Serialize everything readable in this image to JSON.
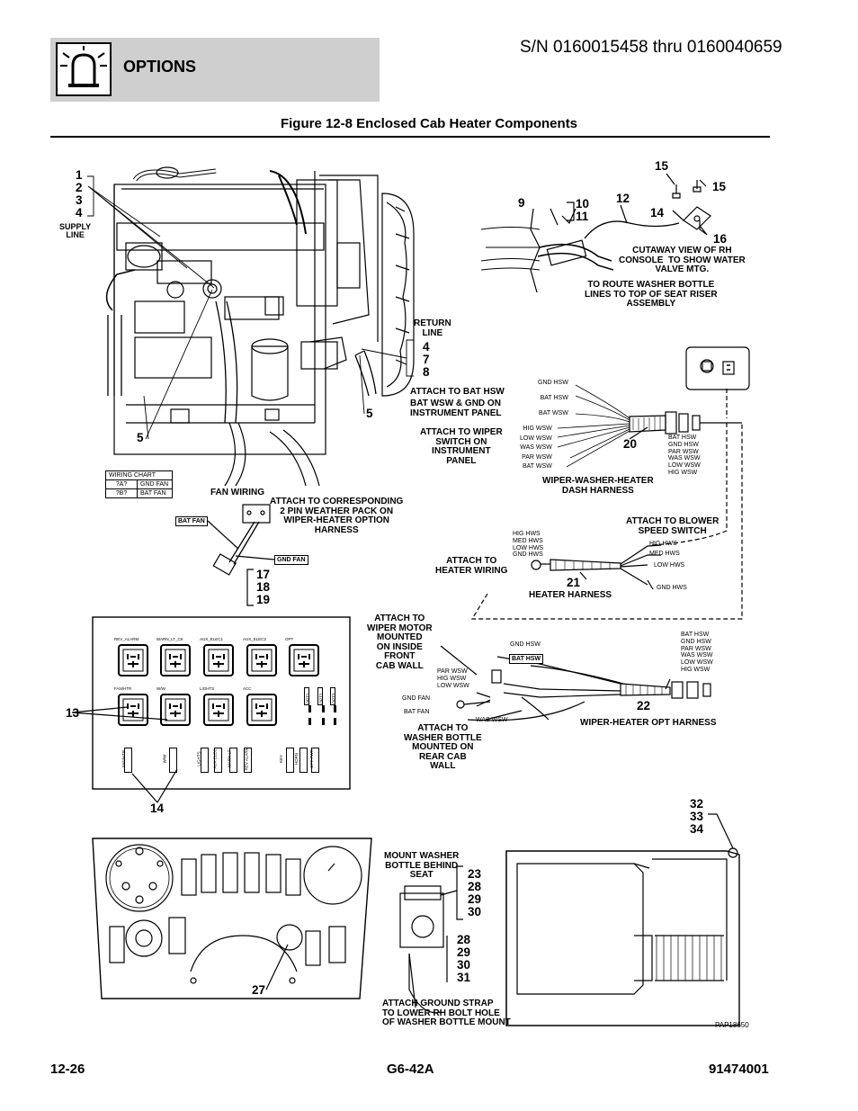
{
  "header": {
    "section_title": "OPTIONS",
    "serial_range": "S/N 0160015458 thru 0160040659",
    "icon": "beacon-light-icon"
  },
  "figure": {
    "title": "Figure 12-8 Enclosed Cab Heater Components",
    "ref_code": "PAP18650"
  },
  "callouts": {
    "c1234": "1\n2\n3\n4",
    "c5a": "5",
    "c5b": "5",
    "c478": "4\n7\n8",
    "c9": "9",
    "c1011": "10\n11",
    "c12": "12",
    "c14a": "14",
    "c15a": "15",
    "c15b": "15",
    "c16": "16",
    "c20": "20",
    "c21": "21",
    "c22": "22",
    "c171819": "17\n18\n19",
    "c13": "13",
    "c14b": "14",
    "c27": "27",
    "c23": "23\n28\n29\n30",
    "c28": "28\n29\n30\n31",
    "c32": "32\n33\n34"
  },
  "labels": {
    "supply_line": "SUPPLY\nLINE",
    "return_line": "RETURN\nLINE",
    "cutaway": "CUTAWAY VIEW OF RH\nCONSOLE  TO SHOW WATER\nVALVE MTG.",
    "route_washer": "TO ROUTE WASHER BOTTLE\nLINES TO TOP OF SEAT RISER\nASSEMBLY",
    "attach_bat_hsw": "ATTACH TO BAT HSW",
    "bat_wsw_gnd": "BAT WSW & GND ON\nINSTRUMENT PANEL",
    "attach_wiper_switch": "ATTACH TO WIPER\nSWITCH ON\nINSTRUMENT\nPANEL",
    "dash_harness": "WIPER-WASHER-HEATER\nDASH HARNESS",
    "fan_wiring": "FAN WIRING",
    "attach_corresponding": "ATTACH TO CORRESPONDING\n2 PIN WEATHER PACK ON\nWIPER-HEATER OPTION\nHARNESS",
    "attach_blower": "ATTACH TO BLOWER\nSPEED SWITCH",
    "attach_heater_wiring": "ATTACH TO\nHEATER WIRING",
    "heater_harness": "HEATER HARNESS",
    "attach_wiper_motor": "ATTACH TO\nWIPER MOTOR\nMOUNTED\nON INSIDE\nFRONT\nCAB WALL",
    "attach_washer_bottle": "ATTACH TO\nWASHER BOTTLE\nMOUNTED ON\nREAR CAB\nWALL",
    "opt_harness": "WIPER-HEATER OPT HARNESS",
    "mount_washer": "MOUNT WASHER\nBOTTLE BEHIND\nSEAT",
    "ground_strap": "ATTACH GROUND STRAP\nTO LOWER RH BOLT HOLE\nOF WASHER BOTTLE MOUNT"
  },
  "wires": {
    "dash_left": "GND HSW\n\nBAT HSW\n\nBAT WSW",
    "dash_left2": "HIG WSW\nLOW WSW\nWAS WSW\nPAR WSW\nBAT WSW",
    "dash_right": "BAT HSW\nGND HSW\nPAR WSW\nWAS WSW\nLOW WSW\nHIG WSW",
    "heater_left": "HIG HWS\nMED HWS\nLOW HWS\nGND HWS",
    "heater_r1": "HIG HWS",
    "heater_r2": "MED HWS",
    "heater_r3": "LOW HWS",
    "heater_r4": "GND HWS",
    "opt_right": "BAT HSW\nGND HSW\nPAR WSW\nWAS WSW\nLOW WSW\nHIG WSW",
    "opt_gnd_hsw": "GND HSW",
    "opt_bat_hsw": "BAT HSW",
    "opt_par": "PAR WSW\nHIG WSW\nLOW WSW",
    "opt_gnd_fan": "GND FAN",
    "opt_bat_fan": "BAT FAN",
    "opt_was": "WAS WSW",
    "fan_bat": "BAT FAN",
    "fan_gnd": "GND FAN"
  },
  "wiring_chart": {
    "title": "WIRING CHART",
    "rows": [
      [
        "?A?",
        "GND FAN"
      ],
      [
        "?B?",
        "BAT FAN"
      ]
    ]
  },
  "relay_panel": {
    "top_relays": [
      "REV_ALARM",
      "WARN_LT_CK",
      "AUX_ELEC1",
      "AUX_ELEC2",
      "OPT"
    ],
    "bottom_relays": [
      "FAN/HTR",
      "W/W",
      "LIGHTS",
      "ACC"
    ],
    "opt_labels": [
      "OPT1",
      "OPT2",
      "OPT3"
    ],
    "fuses": [
      "FAN/HTR",
      "W/W",
      "LIGHTS",
      "AUX ELEC",
      "WARN LT",
      "REV ALARM",
      "KEY",
      "HORN",
      "OPT PWR"
    ]
  },
  "footer": {
    "page": "12-26",
    "model": "G6-42A",
    "doc_number": "91474001"
  }
}
